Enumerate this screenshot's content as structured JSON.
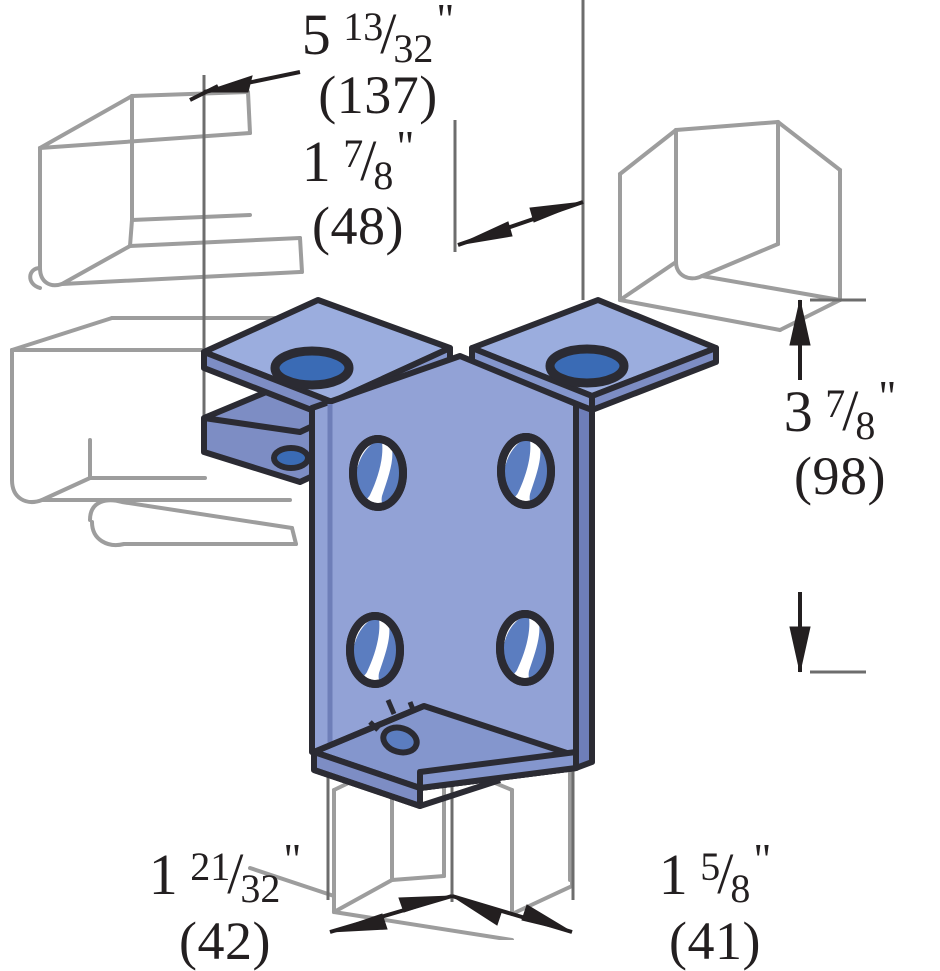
{
  "drawing": {
    "title": "Strut channel three-way corner bracket — isometric dimensional drawing",
    "background_color": "#ffffff",
    "part_color": "#92a2d6",
    "part_shade_color": "#7d8dc4",
    "part_dark_color": "#6e7eb8",
    "hole_color": "#3a6bb5",
    "outline_color": "#2b2b33",
    "phantom_color": "#9d9d9d",
    "dimension_color": "#231f20"
  },
  "dimensions": {
    "depth": {
      "name": "overall-depth",
      "whole": "5",
      "numerator": "13",
      "slash": "/",
      "denominator": "32",
      "inch_mark": "\"",
      "metric": "(137)"
    },
    "flange": {
      "name": "flange-width",
      "whole": "1",
      "numerator": "7",
      "slash": "/",
      "denominator": "8",
      "inch_mark": "\"",
      "metric": "(48)"
    },
    "height": {
      "name": "overall-height",
      "whole": "3",
      "numerator": "7",
      "slash": "/",
      "denominator": "8",
      "inch_mark": "\"",
      "metric": "(98)"
    },
    "bottom_left": {
      "name": "bottom-left-width",
      "whole": "1",
      "numerator": "21",
      "slash": "/",
      "denominator": "32",
      "inch_mark": "\"",
      "metric": "(42)"
    },
    "bottom_right": {
      "name": "bottom-right-width",
      "whole": "1",
      "numerator": "5",
      "slash": "/",
      "denominator": "8",
      "inch_mark": "\"",
      "metric": "(41)"
    }
  },
  "features": {
    "top_wing_holes": 2,
    "face_holes": 4,
    "bottom_flange_holes": 1,
    "strut_channels_shown": 3
  }
}
